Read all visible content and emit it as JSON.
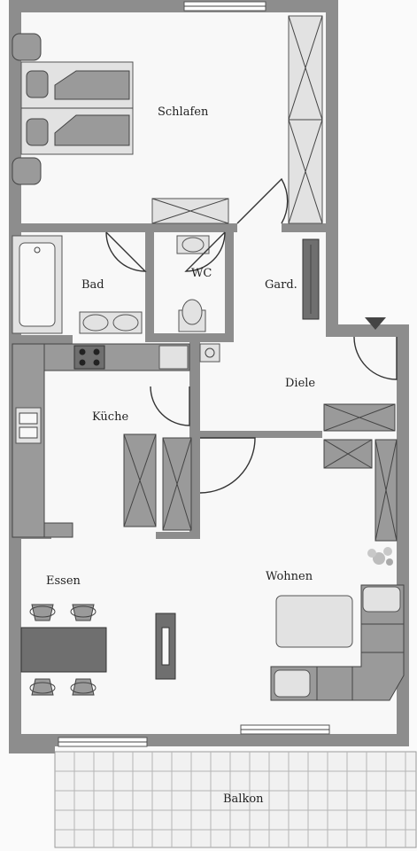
{
  "rooms": {
    "schlafen": "Schlafen",
    "bad": "Bad",
    "wc": "WC",
    "gard": "Gard.",
    "diele": "Diele",
    "kueche": "Küche",
    "essen": "Essen",
    "wohnen": "Wohnen",
    "balkon": "Balkon"
  },
  "colors": {
    "wall": "#8d8d8d",
    "floor": "#f8f8f8",
    "furniture": "#e2e2e2",
    "dark_furniture": "#6f6f6f"
  }
}
